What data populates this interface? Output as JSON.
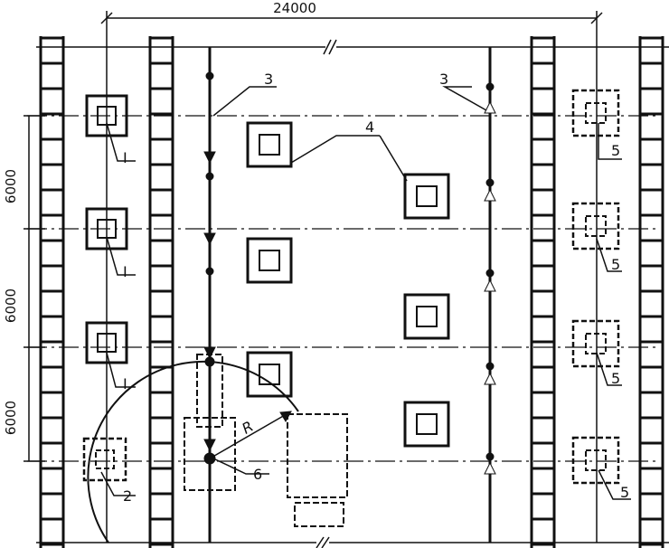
{
  "dimensions": {
    "overall_width": "24000",
    "bay_spacings": [
      "6000",
      "6000",
      "6000"
    ]
  },
  "callouts": {
    "rail_left": "3",
    "rail_right": "3",
    "foundations_middle": "4",
    "foundations_right_dashed": [
      "5",
      "5",
      "5",
      "5"
    ],
    "foundation_left_dashed": "2",
    "crane_stand": "6",
    "left_foundations": [
      "I",
      "I",
      "I"
    ],
    "radius": "R"
  },
  "colors": {
    "ink": "#111111",
    "background": "#ffffff"
  }
}
